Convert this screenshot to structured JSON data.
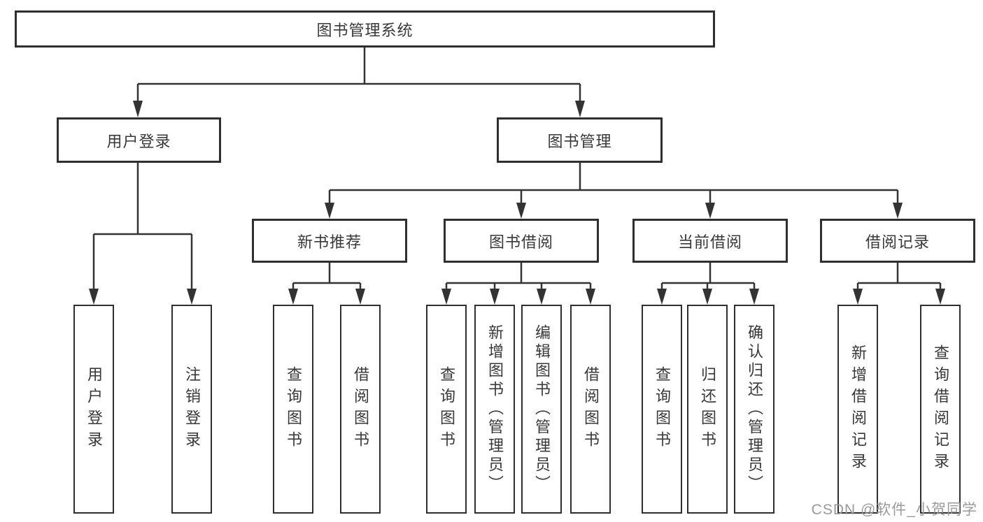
{
  "diagram": {
    "type": "hierarchy-tree",
    "title": "图书管理系统"
  },
  "colors": {
    "line": "#333333",
    "box_border": "#2f2f2f",
    "text": "#383838",
    "background": "#ffffff",
    "watermark": "#9a9a9a"
  },
  "nodes": {
    "root": {
      "label": "图书管理系统"
    },
    "user_login": {
      "label": "用户登录"
    },
    "book_mgmt": {
      "label": "图书管理"
    },
    "new_book_rec": {
      "label": "新书推荐"
    },
    "book_borrow": {
      "label": "图书借阅"
    },
    "current_borrow": {
      "label": "当前借阅"
    },
    "borrow_record": {
      "label": "借阅记录"
    },
    "leaf_user_login": {
      "label": "用户登录"
    },
    "leaf_logout": {
      "label": "注销登录"
    },
    "leaf_query_book_rec": {
      "label": "查询图书"
    },
    "leaf_borrow_book_rec": {
      "label": "借阅图书"
    },
    "leaf_query_book_borrow": {
      "label": "查询图书"
    },
    "leaf_add_book_admin": {
      "label": "新增图书（管理员）"
    },
    "leaf_edit_book_admin": {
      "label": "编辑图书（管理员）"
    },
    "leaf_borrow_book_borrow": {
      "label": "借阅图书"
    },
    "leaf_query_book_current": {
      "label": "查询图书"
    },
    "leaf_return_book": {
      "label": "归还图书"
    },
    "leaf_confirm_return_admin": {
      "label": "确认归还（管理员）"
    },
    "leaf_add_borrow_record": {
      "label": "新增借阅记录"
    },
    "leaf_query_borrow_record": {
      "label": "查询借阅记录"
    }
  },
  "edges": [
    "root→user_login",
    "root→book_mgmt",
    "user_login→leaf_user_login",
    "user_login→leaf_logout",
    "book_mgmt→new_book_rec",
    "book_mgmt→book_borrow",
    "book_mgmt→current_borrow",
    "book_mgmt→borrow_record",
    "new_book_rec→leaf_query_book_rec",
    "new_book_rec→leaf_borrow_book_rec",
    "book_borrow→leaf_query_book_borrow",
    "book_borrow→leaf_add_book_admin",
    "book_borrow→leaf_edit_book_admin",
    "book_borrow→leaf_borrow_book_borrow",
    "current_borrow→leaf_query_book_current",
    "current_borrow→leaf_return_book",
    "current_borrow→leaf_confirm_return_admin",
    "borrow_record→leaf_add_borrow_record",
    "borrow_record→leaf_query_borrow_record"
  ],
  "watermark": {
    "text": "CSDN @软件_小贺同学"
  }
}
